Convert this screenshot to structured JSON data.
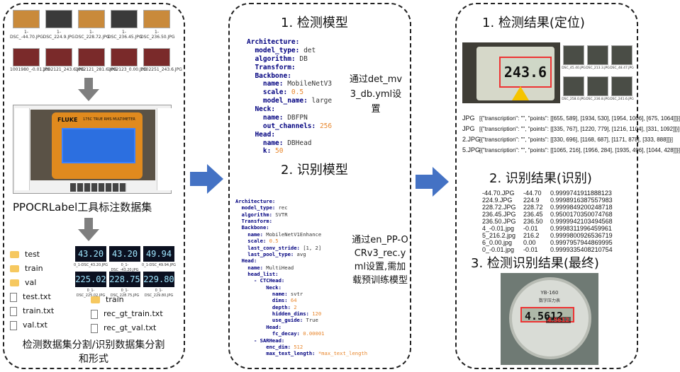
{
  "left": {
    "thumbs_row1": [
      "1-DSC_-44.70.JPG",
      "1-DSC_224.9.JPG",
      "1-DSC_228.72.JPG",
      "1-DSC_236.45.JPG",
      "1-DSC_236.50.JPG"
    ],
    "thumbs_row2": [
      "1001980_-0.01.JPG",
      "1002121_243.6.JPG",
      "1002121_281.6.JPG",
      "1002123_0.00.JPG",
      "1002251_243.6.JPG"
    ],
    "label_tool": "PPOCRLabel工具标注数据集",
    "meter_brand": "FLUKE",
    "meter_model": "175C TRUE RMS MULTIMETER",
    "folders": [
      "test",
      "train",
      "val"
    ],
    "files": [
      "test.txt",
      "train.txt",
      "val.txt"
    ],
    "crops": [
      {
        "value": "43.20",
        "caption": "0_1-DSC_43.20.JPG"
      },
      {
        "value": "43.20",
        "caption": "0_1-DSC_-43.20.JPG"
      },
      {
        "value": "49.94",
        "caption": "0_1-DSC_49.94.JPG"
      },
      {
        "value": "225.02",
        "caption": "0_1-DSC_225.02.JPG"
      },
      {
        "value": "228.75",
        "caption": "0_1-DSC_228.75.JPG"
      },
      {
        "value": "229.80",
        "caption": "0_1-DSC_229.80.JPG"
      }
    ],
    "rec_folder": "train",
    "rec_files": [
      "rec_gt_train.txt",
      "rec_gt_val.txt"
    ],
    "caption": "检测数据集分割/识别数据集分割和形式"
  },
  "middle": {
    "det_title": "1. 检测模型",
    "det_note": "通过det_mv3_db.yml设置",
    "rec_title": "2. 识别模型",
    "rec_note": "通过en_PP-OCRv3_rec.yml设置,需加载预训练模型"
  },
  "right": {
    "det_result_title": "1. 检测结果(定位)",
    "det_display": "243.6",
    "det_thumb_captions": [
      "DSC_45.40.JPG",
      "DSC_213.3.JPG",
      "DSC_48.47.JPG",
      "DSC_258.0.JPG",
      "DSC_236.8.JPG",
      "DSC_241.6.JPG"
    ],
    "points": [
      {
        "prefix": "JPG",
        "text": "[{\"transcription\": \"\", \"points\": [[655, 589], [1934, 530], [1954, 1006], [675, 1064]]}]"
      },
      {
        "prefix": "JPG",
        "text": "[{\"transcription\": \"\", \"points\": [[335, 767], [1220, 779], [1216, 1104], [331, 1092]]}]"
      },
      {
        "prefix": "2.JPG",
        "text": "[{\"transcription\": \"\", \"points\": [[330, 696], [1168, 687], [1171, 878], [333, 888]]}]"
      },
      {
        "prefix": "5.JPG",
        "text": "[{\"transcription\": \"\", \"points\": [[1065, 216], [1956, 284], [1935, 496], [1044, 428]]}]"
      }
    ],
    "rec_result_title": "2. 识别结果(识别)",
    "rec_rows": [
      [
        "-44.70.JPG",
        "-44.70",
        "0.9999741911888123"
      ],
      [
        "224.9.JPG",
        "224.9",
        "0.9998916387557983"
      ],
      [
        "228.72.JPG",
        "228.72",
        "0.9999849200248718"
      ],
      [
        "236.45.JPG",
        "236.45",
        "0.9500170350074768"
      ],
      [
        "236.50.JPG",
        "236.50",
        "0.9999942103494568"
      ],
      [
        "4_-0.01.jpg",
        "-0.01",
        "0.9998311996459961"
      ],
      [
        "5_216.2.jpg",
        "216.2",
        "0.9999800926536719"
      ],
      [
        "6_0.00.jpg",
        "0.00",
        "0.9997957944869995"
      ],
      [
        "0_-0.01.jpg",
        "-0.01",
        "0.9999335408210754"
      ]
    ],
    "final_title": "3. 检测识别结果(最终)",
    "gauge_label": "YB-160",
    "gauge_sub": "数字压力表",
    "gauge_display": "4.5612",
    "gauge_value": "4.5612"
  }
}
